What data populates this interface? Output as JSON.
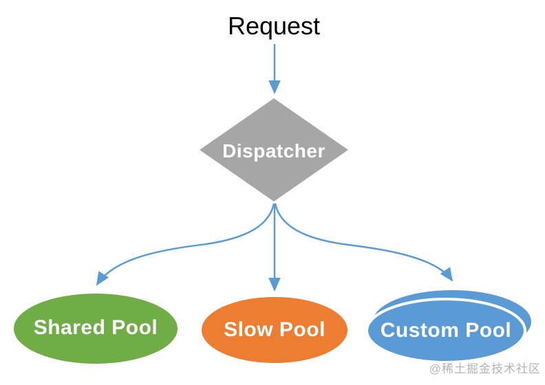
{
  "diagram": {
    "nodes": {
      "request": {
        "label": "Request",
        "shape": "text"
      },
      "dispatcher": {
        "label": "Dispatcher",
        "shape": "diamond",
        "color": "#A6A6A6"
      },
      "shared_pool": {
        "label": "Shared Pool",
        "shape": "ellipse",
        "color": "#70AD47"
      },
      "slow_pool": {
        "label": "Slow Pool",
        "shape": "ellipse",
        "color": "#ED7D31"
      },
      "custom_pool": {
        "label": "Custom Pool",
        "shape": "stacked-ellipse",
        "color": "#5B9BD5"
      }
    },
    "edges": [
      {
        "from": "request",
        "to": "dispatcher"
      },
      {
        "from": "dispatcher",
        "to": "shared_pool"
      },
      {
        "from": "dispatcher",
        "to": "slow_pool"
      },
      {
        "from": "dispatcher",
        "to": "custom_pool"
      }
    ],
    "colors": {
      "arrow": "#5B9BD5",
      "dispatcher_fill": "#A6A6A6",
      "shared_fill": "#70AD47",
      "slow_fill": "#ED7D31",
      "custom_fill": "#5B9BD5",
      "node_text": "#FFFFFF",
      "request_text": "#000000",
      "background": "#FFFFFF"
    },
    "watermark": "@稀土掘金技术社区"
  }
}
